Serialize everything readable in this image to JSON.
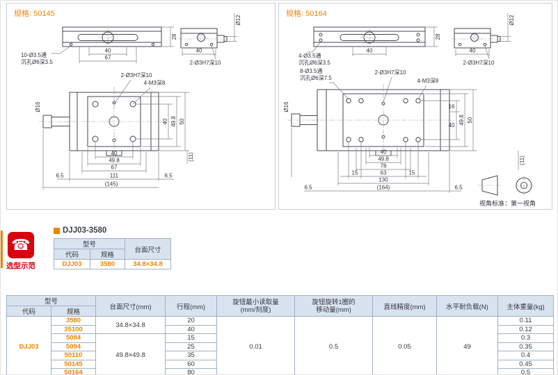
{
  "panels": {
    "left": {
      "spec_label": "规格: 50145",
      "dims": {
        "holes": "10-Ø3.5通",
        "csink": "沉孔Ø6深3.5",
        "tv_40": "40",
        "tv_67": "67",
        "tv_28": "28",
        "ev_d12": "Ø12",
        "ev_40": "40",
        "ev_pin": "2-Ø3H7深10",
        "mv_pin": "2-Ø3H7深10",
        "mv_m3": "4-M3深8",
        "mv_d16": "Ø16",
        "rv_40": "40",
        "rv_49_8": "49.8",
        "rv_50": "50",
        "bv_40": "40",
        "bv_49_8": "49.8",
        "bv_67": "67",
        "bv_6_5l": "6.5",
        "bv_111": "111",
        "bv_6_5r": "6.5",
        "bv_145": "(145)",
        "bv_11": "(11)"
      }
    },
    "right": {
      "spec_label": "规格: 50164",
      "dims": {
        "holes": "4-Ø3.5通",
        "csink": "沉孔Ø6深3.5",
        "tv_40": "40",
        "tv_28": "28",
        "ev_d12": "Ø12",
        "ev_40": "40",
        "ev_pin": "2-Ø3H7深10",
        "mv_holes": "8-Ø3.5通",
        "mv_csink": "沉孔Ø6深7.5",
        "mv_pin": "2-Ø3H7深10",
        "mv_m3": "4-M3深8",
        "mv_d16": "Ø16",
        "rv_16": "16",
        "rv_40": "40",
        "rv_49_8": "49.8",
        "rv_50": "50",
        "bv_40": "40",
        "bv_49_8": "49.8",
        "bv_78": "78",
        "bv_15l": "15",
        "bv_63": "63",
        "bv_15r": "15",
        "bv_130": "130",
        "bv_6_5l": "6.5",
        "bv_164": "(164)",
        "bv_6_5r": "6.5",
        "bv_11": "(11)"
      },
      "view_note": "视角标准：第一视角"
    }
  },
  "selection": {
    "badge": "选型示范",
    "title": "DJJ03-3580",
    "table": {
      "h_model": "型号",
      "h_code": "代码",
      "h_spec": "规格",
      "h_surface": "台面尺寸",
      "code": "DJJ03",
      "spec": "3580",
      "surface": "34.8×34.8"
    }
  },
  "big_table": {
    "headers": {
      "model": "型号",
      "code": "代码",
      "spec": "规格",
      "surface": "台面尺寸(mm)",
      "stroke": "行程(mm)",
      "min_read_1": "旋钮最小读取量",
      "min_read_2": "(mm/刻度)",
      "per_turn_1": "旋钮旋转1圈的",
      "per_turn_2": "移动量(mm)",
      "linear": "直线精度(mm)",
      "load": "水平耐负载(N)",
      "weight": "主体重量(kg)"
    },
    "code": "DJJ03",
    "surface_1": "34.8×34.8",
    "surface_2": "49.8×49.8",
    "shared": {
      "min_read": "0.01",
      "per_turn": "0.5",
      "linear": "0.05",
      "load": "49"
    },
    "rows": [
      {
        "spec": "3580",
        "stroke": "20",
        "weight": "0.11"
      },
      {
        "spec": "35100",
        "stroke": "40",
        "weight": "0.12"
      },
      {
        "spec": "5084",
        "stroke": "15",
        "weight": "0.3"
      },
      {
        "spec": "5094",
        "stroke": "25",
        "weight": "0.35"
      },
      {
        "spec": "50110",
        "stroke": "35",
        "weight": "0.4"
      },
      {
        "spec": "50145",
        "stroke": "60",
        "weight": "0.45"
      },
      {
        "spec": "50164",
        "stroke": "80",
        "weight": "0.5"
      }
    ]
  }
}
